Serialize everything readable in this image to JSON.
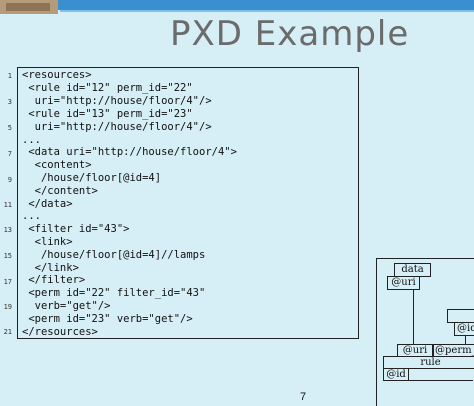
{
  "slide": {
    "title": "PXD Example",
    "page_number": "7"
  },
  "code": {
    "line_numbers": [
      "1",
      "3",
      "5",
      "7",
      "9",
      "11",
      "13",
      "15",
      "17",
      "19",
      "21"
    ],
    "lines": [
      "<resources>",
      " <rule id=\"12\" perm_id=\"22\"",
      "  uri=\"http://house/floor/4\"/>",
      " <rule id=\"13\" perm_id=\"23\"",
      "  uri=\"http://house/floor/4\"/>",
      "...",
      " <data uri=\"http://house/floor/4\">",
      "  <content>",
      "   /house/floor[@id=4]",
      "  </content>",
      " </data>",
      "...",
      " <filter id=\"43\">",
      "  <link>",
      "   /house/floor[@id=4]//lamps",
      "  </link>",
      " </filter>",
      " <perm id=\"22\" filter_id=\"43\"",
      "  verb=\"get\"/>",
      " <perm id=\"23\" verb=\"get\"/>",
      "</resources>"
    ]
  },
  "diagram": {
    "data_label": "data",
    "data_uri_label": "@uri",
    "right_id_label": "@id",
    "rule_uri_label": "@uri",
    "rule_perm_label": "@perm_",
    "rule_label": "rule",
    "rule_id_label": "@id"
  }
}
